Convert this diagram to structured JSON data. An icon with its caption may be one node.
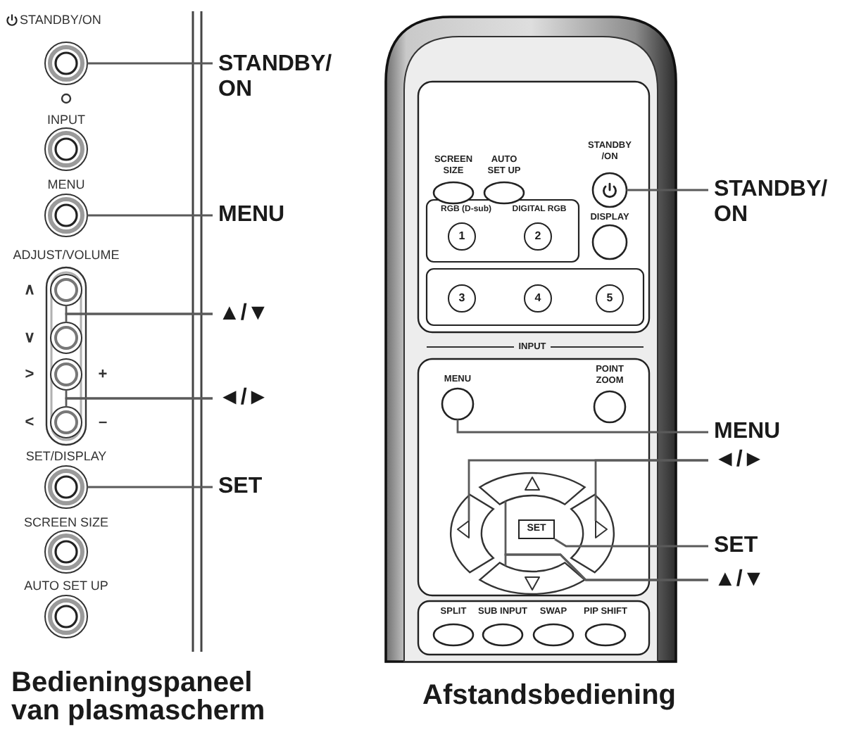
{
  "diagram": {
    "nodes": [
      {
        "text": [
          "STANDBY/ ON"
        ]
      },
      {
        "text": [],
        "shape": "circle",
        "beside": [
          "STANDBY/ON"
        ]
      },
      {
        "text": [],
        "shape": "circle",
        "beside": [
          "INPUT"
        ]
      },
      {
        "text": [
          "MENU"
        ]
      },
      {
        "text": [],
        "shape": "circle",
        "beside": [
          "MENU"
        ]
      },
      {
        "text": [
          "▲/▼"
        ]
      },
      {
        "text": [],
        "shape": "circle"
      },
      {
        "text": [],
        "shape": "circle"
      },
      {
        "text": [
          "◄/►"
        ]
      },
      {
        "text": [],
        "shape": "circle"
      },
      {
        "text": [],
        "shape": "circle"
      },
      {
        "text": [
          "SET"
        ]
      },
      {
        "text": [],
        "shape": "circle",
        "beside": [
          "SET/DISPLAY"
        ]
      },
      {
        "text": [],
        "shape": "circle",
        "beside": [
          "SCREEN SIZE"
        ]
      },
      {
        "text": [],
        "shape": "circle",
        "beside": [
          "AUTO SET UP"
        ]
      },
      {
        "text": [
          "STANDBY/ ON"
        ]
      },
      {
        "text": [],
        "shape": "circle",
        "beside": [
          "STANDBY /ON"
        ]
      },
      {
        "text": [],
        "shape": "circle",
        "beside": [
          "DISPLAY"
        ]
      },
      {
        "text": [
          "MENU"
        ]
      },
      {
        "text": [],
        "shape": "circle",
        "beside": [
          "MENU"
        ]
      },
      {
        "text": [],
        "shape": "circle",
        "beside": [
          "POINT ZOOM"
        ]
      },
      {
        "text": [
          "◄/►"
        ]
      },
      {
        "text": [],
        "shape": "triangle"
      },
      {
        "text": [],
        "shape": "triangle"
      },
      {
        "text": [
          "SET"
        ]
      },
      {
        "text": [
          "SET"
        ]
      },
      {
        "text": [
          "▲/▼"
        ]
      },
      {
        "text": [],
        "shape": "arc"
      },
      {
        "text": [],
        "shape": "arc"
      }
    ],
    "edges": [
      {
        "from": 0,
        "to": 1,
        "arrow": "none"
      },
      {
        "from": 3,
        "to": 4,
        "arrow": "none"
      },
      {
        "from": 5,
        "to": 6,
        "arrow": "none"
      },
      {
        "from": 5,
        "to": 7,
        "arrow": "none"
      },
      {
        "from": 8,
        "to": 9,
        "arrow": "none"
      },
      {
        "from": 8,
        "to": 10,
        "arrow": "none"
      },
      {
        "from": 11,
        "to": 12,
        "arrow": "none"
      },
      {
        "from": 15,
        "to": 16,
        "arrow": "none"
      },
      {
        "from": 18,
        "to": 19,
        "arrow": "none"
      },
      {
        "from": 21,
        "to": 22,
        "arrow": "none"
      },
      {
        "from": 21,
        "to": 23,
        "arrow": "none"
      },
      {
        "from": 24,
        "to": 25,
        "arrow": "none"
      },
      {
        "from": 26,
        "to": 27,
        "arrow": "none"
      },
      {
        "from": 26,
        "to": 28,
        "arrow": "none"
      }
    ],
    "labels": [
      "ADJUST/VOLUME",
      "∧",
      "∨",
      ">",
      "+",
      "<",
      "–",
      "SCREEN SIZE",
      "AUTO SET UP",
      "RGB (D-sub)",
      "DIGITAL RGB",
      "1",
      "2",
      "3",
      "4",
      "5",
      "INPUT",
      "SPLIT",
      "SUB INPUT",
      "SWAP",
      "PIP SHIFT",
      "Bedieningspaneel van plasmascherm",
      "Afstandsbediening"
    ]
  }
}
